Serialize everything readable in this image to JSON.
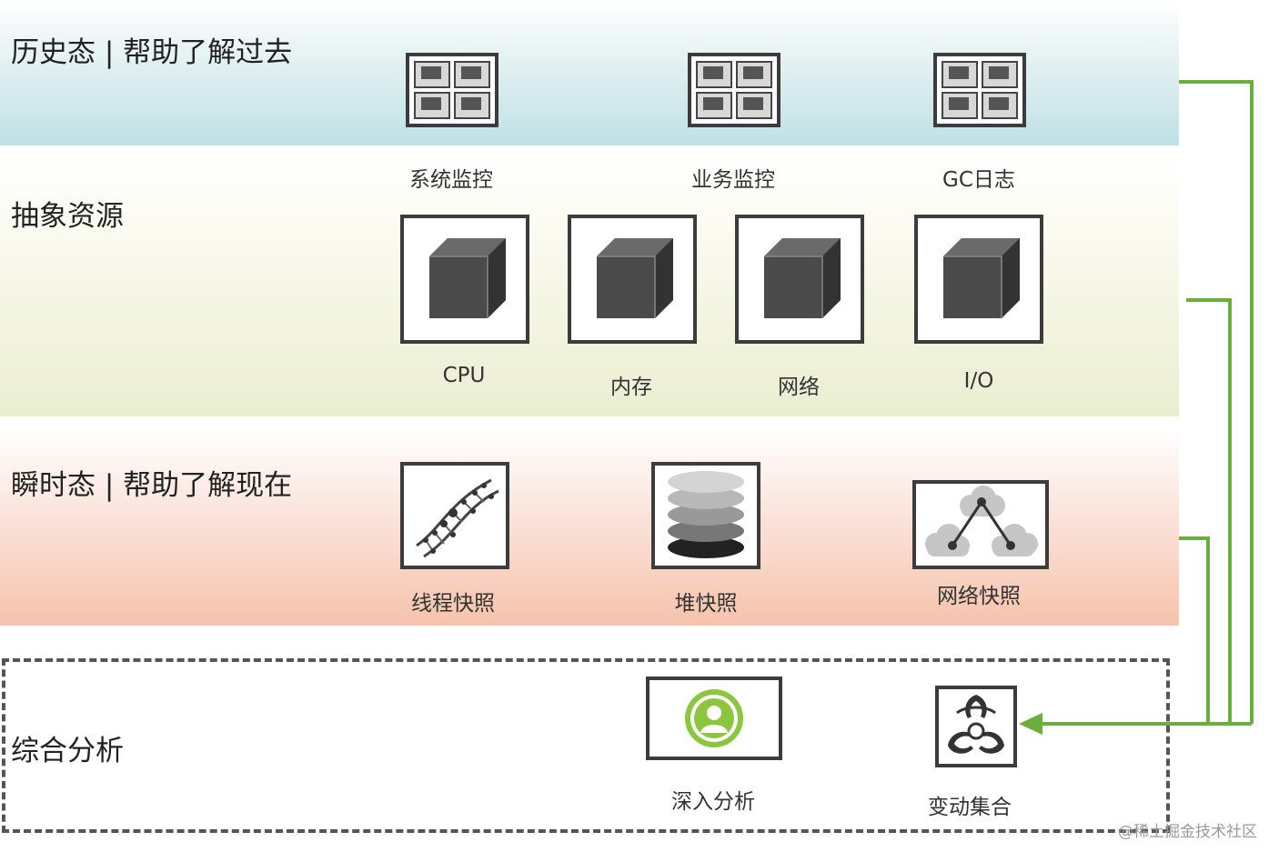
{
  "sections": {
    "history": "历史态 | 帮助了解过去",
    "resources": "抽象资源",
    "instant": "瞬时态 | 帮助了解现在",
    "analysis": "综合分析"
  },
  "history_nodes": [
    {
      "label": "系统监控",
      "icon": "grid-monitor-icon"
    },
    {
      "label": "业务监控",
      "icon": "grid-monitor-icon"
    },
    {
      "label": "GC日志",
      "icon": "grid-monitor-icon"
    }
  ],
  "resource_nodes": [
    {
      "label": "CPU",
      "icon": "cube-icon"
    },
    {
      "label": "内存",
      "icon": "cube-icon"
    },
    {
      "label": "网络",
      "icon": "cube-icon"
    },
    {
      "label": "I/O",
      "icon": "cube-icon"
    }
  ],
  "instant_nodes": [
    {
      "label": "线程快照",
      "icon": "dna-icon"
    },
    {
      "label": "堆快照",
      "icon": "disk-stack-icon"
    },
    {
      "label": "网络快照",
      "icon": "cloud-network-icon"
    }
  ],
  "analysis_nodes": [
    {
      "label": "深入分析",
      "icon": "user-circle-icon"
    },
    {
      "label": "变动集合",
      "icon": "biohazard-icon"
    }
  ],
  "colors": {
    "connector": "#6aaf3c",
    "box_border": "#3c3c3c",
    "cube": "#4a4a4a"
  },
  "watermark": "@稀土掘金技术社区"
}
